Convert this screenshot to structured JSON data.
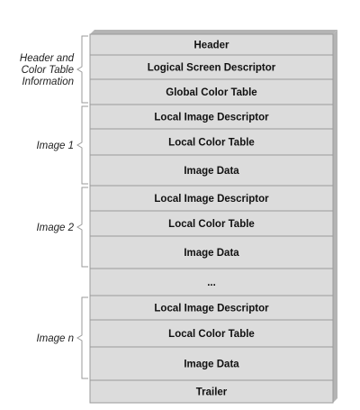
{
  "colors": {
    "block_fill": "#dcdcdc",
    "block_line": "#9a9a9a",
    "shadow": "#b4b4b4",
    "bracket": "#9a9a9a",
    "text": "#111111"
  },
  "blocks": [
    {
      "label": "Header"
    },
    {
      "label": "Logical Screen Descriptor"
    },
    {
      "label": "Global Color Table"
    },
    {
      "label": "Local Image Descriptor"
    },
    {
      "label": "Local Color Table"
    },
    {
      "label": "Image Data"
    },
    {
      "label": "Local Image Descriptor"
    },
    {
      "label": "Local Color Table"
    },
    {
      "label": "Image Data"
    },
    {
      "label": "..."
    },
    {
      "label": "Local Image Descriptor"
    },
    {
      "label": "Local Color Table"
    },
    {
      "label": "Image Data"
    },
    {
      "label": "Trailer"
    }
  ],
  "groups": [
    {
      "lines": [
        "Header and",
        "Color Table",
        "Information"
      ]
    },
    {
      "lines": [
        "Image 1"
      ]
    },
    {
      "lines": [
        "Image 2"
      ]
    },
    {
      "lines": [
        "Image n"
      ]
    }
  ]
}
